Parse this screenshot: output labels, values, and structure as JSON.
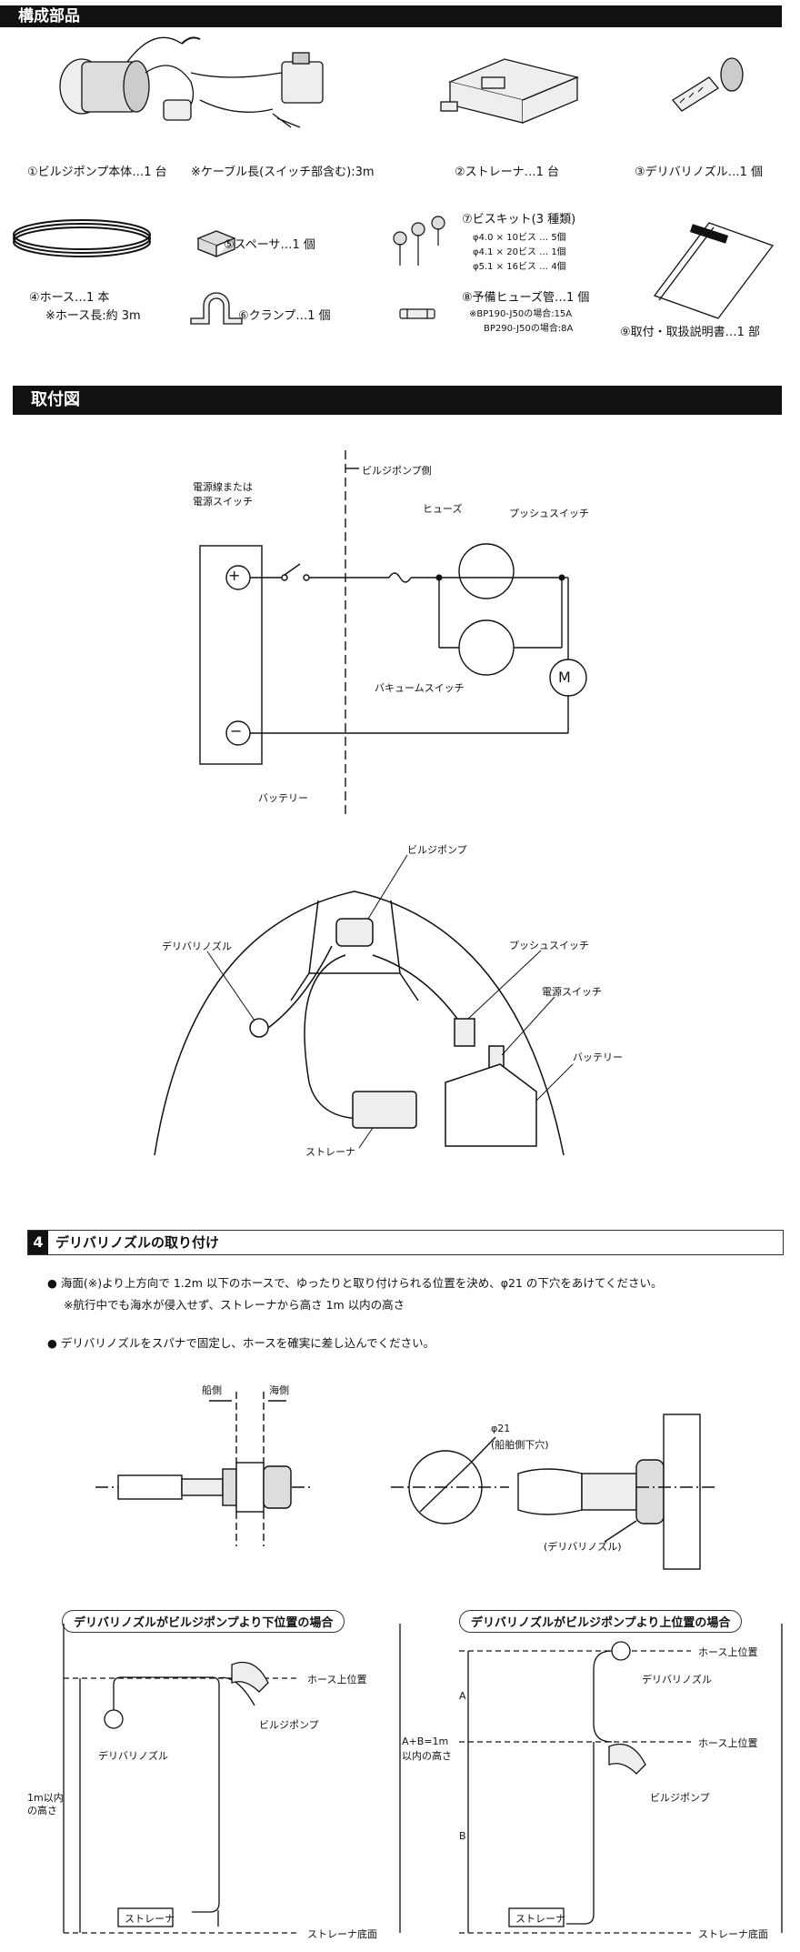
{
  "sections": {
    "parts_title": "構成部品",
    "install_title": "取付図"
  },
  "parts": {
    "p1": "①ビルジポンプ本体…1 台",
    "p1_note": "※ケーブル長(スイッチ部含む):3m",
    "p2": "②ストレーナ…1 台",
    "p3": "③デリバリノズル…1 個",
    "p4": "④ホース…1 本",
    "p4_note": "※ホース長:約 3m",
    "p5": "⑤スペーサ…1 個",
    "p6": "⑥クランプ…1 個",
    "p7": "⑦ビスキット(3 種類)",
    "p7_a": "φ4.0 × 10ビス … 5個",
    "p7_b": "φ4.1 × 20ビス … 1個",
    "p7_c": "φ5.1 × 16ビス … 4個",
    "p8": "⑧予備ヒューズ管…1 個",
    "p8_a": "※BP190-J50の場合:15A",
    "p8_b": "BP290-J50の場合:8A",
    "p9": "⑨取付・取扱説明書…1 部"
  },
  "circuit": {
    "power_line": "電源線または",
    "power_switch": "電源スイッチ",
    "pump_side": "ビルジポンプ側",
    "fuse": "ヒューズ",
    "push_switch": "プッシュスイッチ",
    "vacuum_switch": "バキュームスイッチ",
    "battery": "バッテリー",
    "plus": "+",
    "minus": "−",
    "motor": "M"
  },
  "hull": {
    "bilge_pump": "ビルジポンプ",
    "delivery_nozzle": "デリバリノズル",
    "push_switch": "プッシュスイッチ",
    "power_switch": "電源スイッチ",
    "battery": "バッテリー",
    "strainer": "ストレーナ"
  },
  "step4": {
    "num": "4",
    "title": "デリバリノズルの取り付け",
    "b1": "● 海面(※)より上方向で 1.2m 以下のホースで、ゆったりと取り付けられる位置を決め、φ21 の下穴をあけてください。",
    "b1_note": "※航行中でも海水が侵入せず、ストレーナから高さ 1m 以内の高さ",
    "b2": "● デリバリノズルをスパナで固定し、ホースを確実に差し込んでください。",
    "ship_side": "船側",
    "sea_side": "海側",
    "hole": "φ21",
    "hole_note": "(船舶側下穴)",
    "nozzle": "(デリバリノズル)"
  },
  "lower": {
    "left_title": "デリバリノズルがビルジポンプより下位置の場合",
    "right_title": "デリバリノズルがビルジポンプより上位置の場合",
    "hose_top": "ホース上位置",
    "strainer_bottom": "ストレーナ底面",
    "delivery_nozzle": "デリバリノズル",
    "bilge_pump": "ビルジポンプ",
    "strainer": "ストレーナ",
    "height_a": "1m以内",
    "height_b": "の高さ",
    "A": "A",
    "B": "B",
    "ab_a": "A+B=1m",
    "ab_b": "以内の高さ"
  }
}
